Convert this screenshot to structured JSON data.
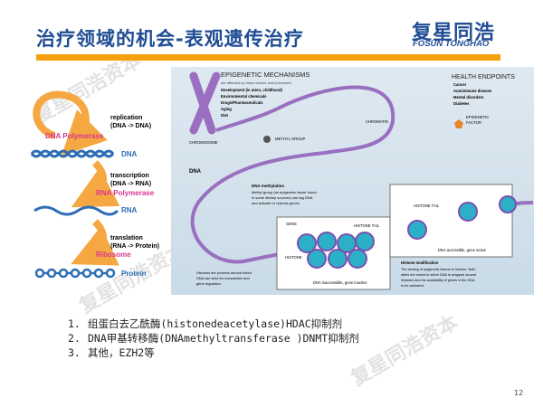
{
  "header": {
    "title": "治疗领域的机会-表观遗传治疗",
    "logo_cn": "复星同浩",
    "logo_en": "FOSUN TONGHAO"
  },
  "central_dogma": {
    "replication": "replication",
    "replication_sub": "(DNA -> DNA)",
    "dna_polymerase": "DNA Polymerase",
    "dna": "DNA",
    "transcription": "transcription",
    "transcription_sub": "(DNA -> RNA)",
    "rna_polymerase": "RNA Polymerase",
    "rna": "RNA",
    "translation": "translation",
    "translation_sub": "(RNA -> Protein)",
    "ribosome": "Ribosome",
    "protein": "Protein"
  },
  "diagram": {
    "mech_title": "EPIGENETIC MECHANISMS",
    "mech_sub": "are affected by these factors and processes:",
    "mech_items": [
      "Development (in utero, childhood)",
      "Environmental chemicals",
      "Drugs/Pharmaceuticals",
      "Aging",
      "Diet"
    ],
    "health_title": "HEALTH ENDPOINTS",
    "health_items": [
      "Cancer",
      "Autoimmune disease",
      "Mental disorders",
      "Diabetes"
    ],
    "chromosome": "CHROMOSOME",
    "chromatin": "CHROMATIN",
    "methyl_group": "METHYL GROUP",
    "epigenetic_factor_1": "EPIGENETIC",
    "epigenetic_factor_2": "FACTOR",
    "dna": "DNA",
    "methylation_title": "DNA methylation",
    "methylation_text": [
      "Methyl group (an epigenetic factor found",
      "in some dietary sources) can tag DNA",
      "and activate or repress genes."
    ],
    "gene": "GENE",
    "histone_tail": "HISTONE TAIL",
    "histone_tail_2": "HISTONE TAIL",
    "histone": "HISTONE",
    "inactive": "DNA inaccessible, gene inactive",
    "active": "DNA accessible, gene active",
    "histones_text": [
      "Histones are proteins around which",
      "DNA can wind for compaction and",
      "gene regulation."
    ],
    "mod_title": "Histone modification",
    "mod_text": [
      "The binding of epigenetic factors to histone “tails”",
      "alters the extent to which DNA is wrapped around",
      "histones and the availability of genes in the DNA",
      "to be activated."
    ]
  },
  "list": [
    {
      "n": "1.",
      "text": "组蛋白去乙酰酶(histonedeacetylase)HDAC抑制剂"
    },
    {
      "n": "2.",
      "text": "DNA甲基转移酶(DNAmethyltransferase )DNMT抑制剂"
    },
    {
      "n": "3.",
      "text": "其他，EZH2等"
    }
  ],
  "watermark": "复星同浩资本",
  "page_number": "12"
}
